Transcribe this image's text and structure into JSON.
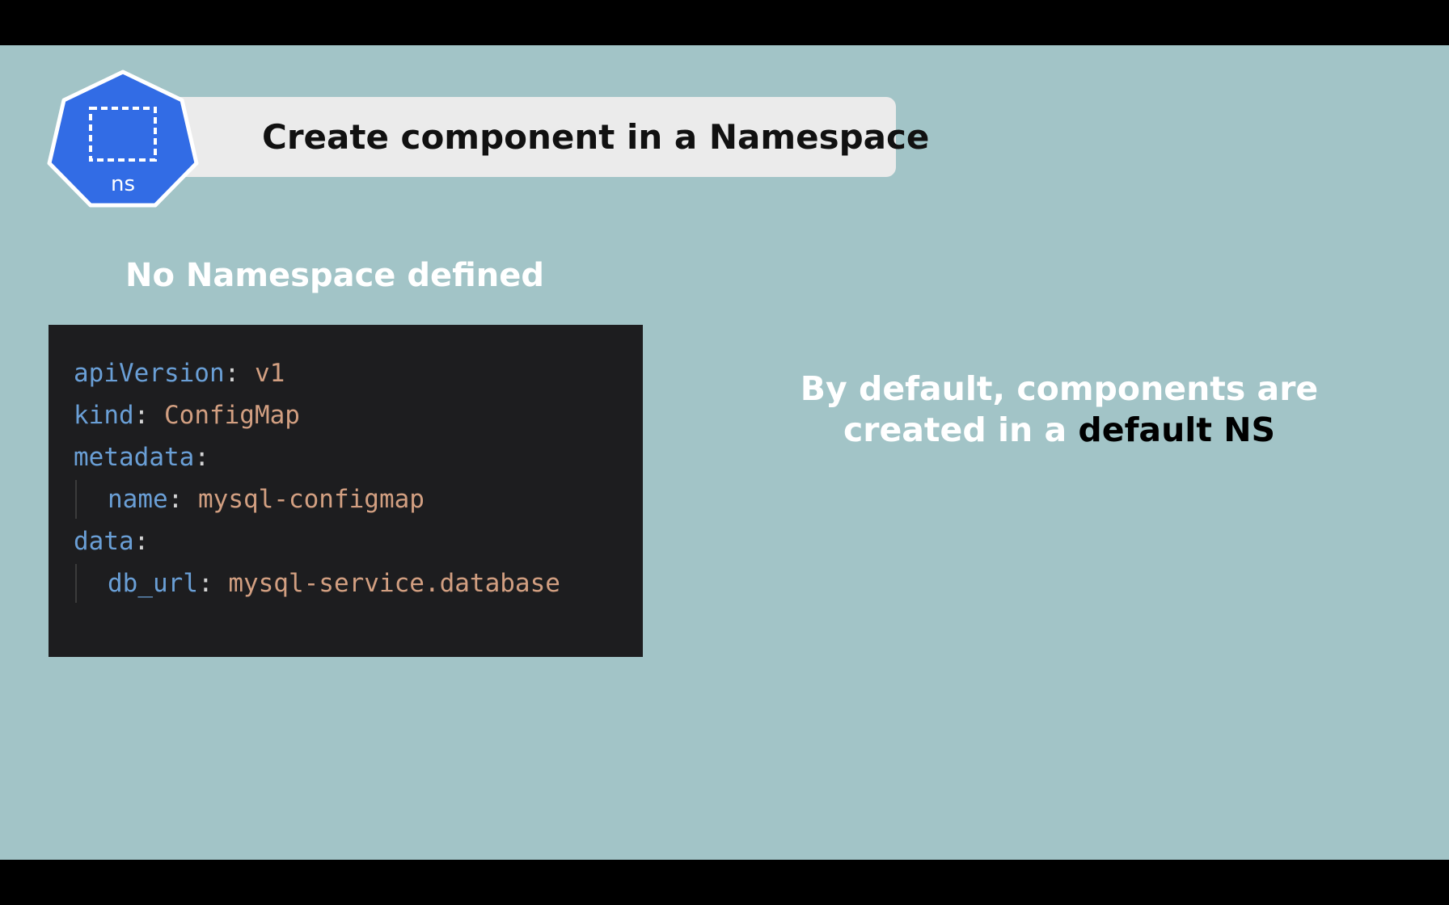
{
  "title": "Create component in a Namespace",
  "badge": {
    "label": "ns",
    "icon": "namespace-icon",
    "color": "#326ce5"
  },
  "subheading": "No Namespace defined",
  "code": {
    "lines": [
      {
        "key": "apiVersion",
        "sep": ":",
        "value": " v1"
      },
      {
        "key": "kind",
        "sep": ":",
        "value": " ConfigMap"
      },
      {
        "key": "metadata",
        "sep": ":",
        "value": ""
      },
      {
        "key": "name",
        "sep": ":",
        "value": " mysql-configmap"
      },
      {
        "key": "data",
        "sep": ":",
        "value": ""
      },
      {
        "key": "db_url",
        "sep": ":",
        "value": " mysql-service.database"
      }
    ]
  },
  "note": {
    "line1": "By default, components are",
    "line2_prefix": "created in a ",
    "line2_emphasis": "default NS"
  },
  "colors": {
    "background": "#a2c4c7",
    "code_background": "#1d1d1f",
    "code_key": "#6a9fd6",
    "code_value": "#d29f81"
  }
}
